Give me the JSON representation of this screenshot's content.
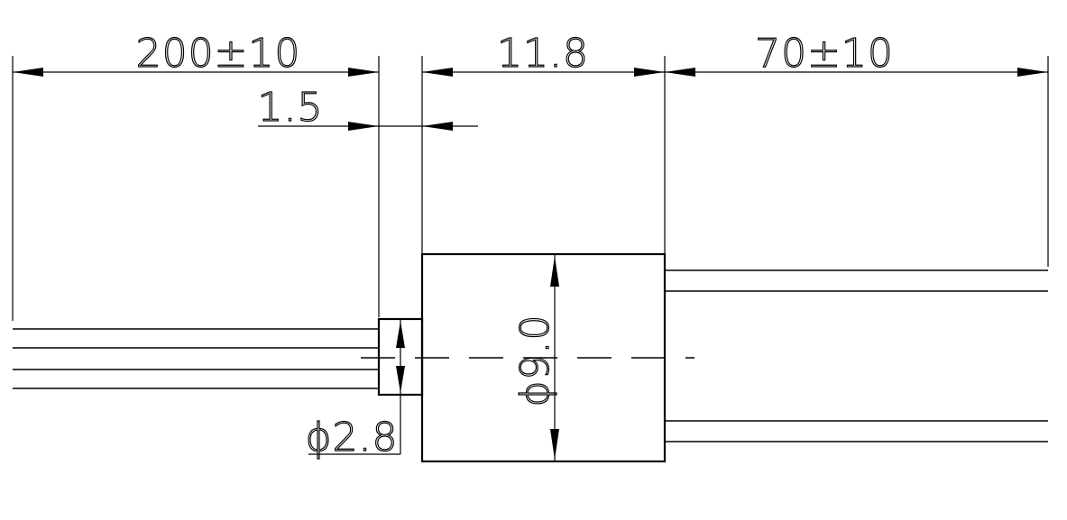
{
  "drawing": {
    "dimensions": {
      "lead_left_length": "200±10",
      "body_length": "11.8",
      "lead_right_length": "70±10",
      "collar_length": "1.5",
      "body_diameter": "ϕ9.0",
      "collar_diameter": "ϕ2.8"
    },
    "line_color": "#000000",
    "background": "#ffffff"
  }
}
